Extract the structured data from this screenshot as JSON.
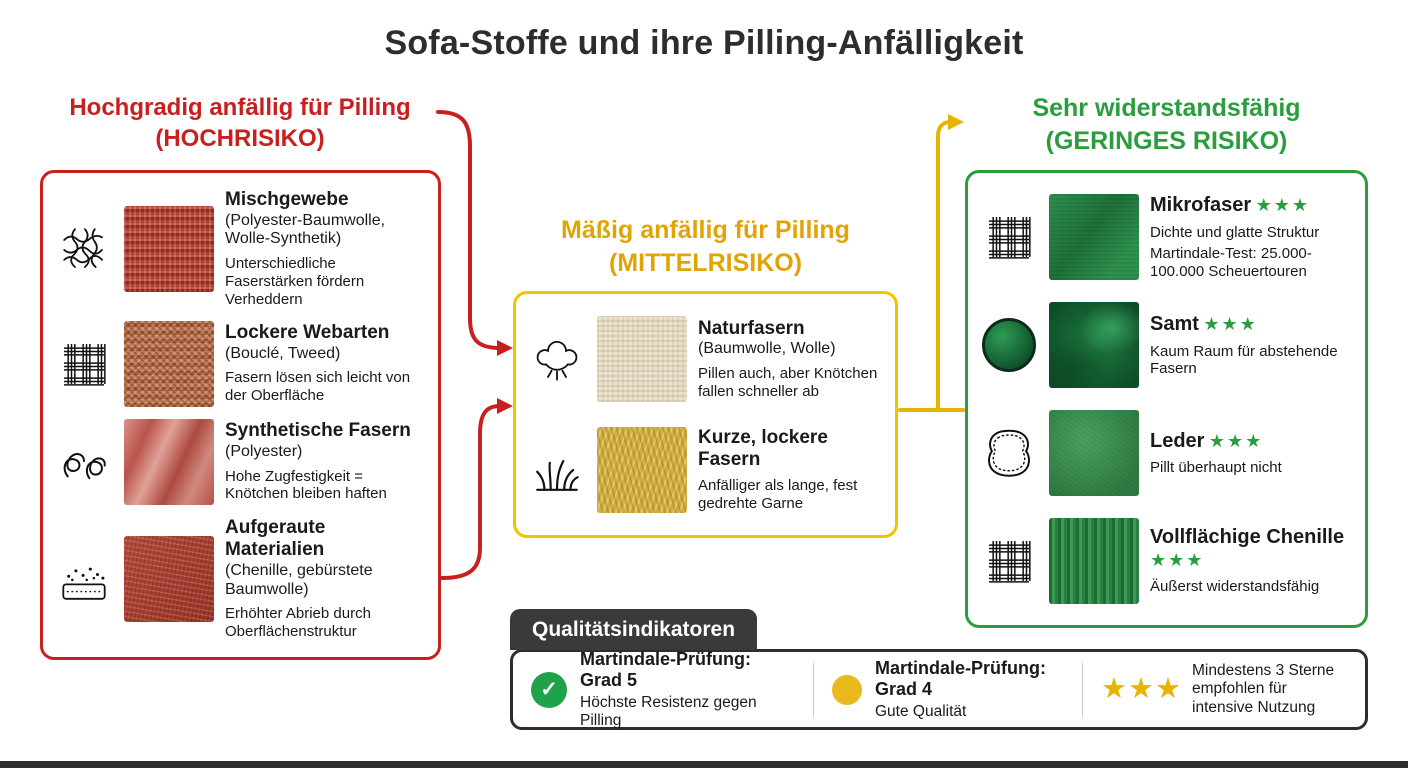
{
  "title": "Sofa-Stoffe und ihre Pilling-Anfälligkeit",
  "high": {
    "heading1": "Hochgradig anfällig für Pilling",
    "heading2": "(HOCHRISIKO)",
    "items": [
      {
        "name": "Mischgewebe",
        "subtitle": "(Polyester-Baumwolle, Wolle-Synthetik)",
        "desc": "Unterschiedliche Faserstärken fördern Verheddern",
        "icon": "tangled-fibers-icon"
      },
      {
        "name": "Lockere Webarten",
        "subtitle": "(Bouclé, Tweed)",
        "desc": "Fasern lösen sich leicht von der Oberfläche",
        "icon": "weave-icon"
      },
      {
        "name": "Synthetische Fasern",
        "subtitle": "(Polyester)",
        "desc": "Hohe Zugfestigkeit = Knötchen bleiben haften",
        "icon": "loose-fibers-icon"
      },
      {
        "name": "Aufgeraute Materialien",
        "subtitle": "(Chenille, gebürstete Baumwolle)",
        "desc": "Erhöhter Abrieb durch Oberflächenstruktur",
        "icon": "brushed-surface-icon"
      }
    ]
  },
  "medium": {
    "heading1": "Mäßig anfällig für Pilling",
    "heading2": "(MITTELRISIKO)",
    "items": [
      {
        "name": "Naturfasern",
        "subtitle": "(Baumwolle, Wolle)",
        "desc": "Pillen auch, aber Knötchen fallen schneller ab",
        "icon": "cotton-icon"
      },
      {
        "name": "Kurze, lockere Fasern",
        "subtitle": "",
        "desc": "Anfälliger als lange, fest gedrehte Garne",
        "icon": "grass-icon"
      }
    ]
  },
  "low": {
    "heading1": "Sehr widerstandsfähig",
    "heading2": "(GERINGES RISIKO)",
    "items": [
      {
        "name": "Mikrofaser",
        "stars": "★★★",
        "desc": "Dichte und glatte Struktur",
        "desc2": "Martindale-Test: 25.000-100.000 Scheuertouren",
        "icon": "weave-icon"
      },
      {
        "name": "Samt",
        "stars": "★★★",
        "desc": "Kaum Raum für abstehende Fasern",
        "icon": "velvet-circle-icon"
      },
      {
        "name": "Leder",
        "stars": "★★★",
        "desc": "Pillt überhaupt nicht",
        "icon": "leather-hide-icon"
      },
      {
        "name": "Vollflächige Chenille",
        "stars": "★★★",
        "desc": "Äußerst widerstandsfähig",
        "icon": "weave-icon"
      }
    ]
  },
  "quality": {
    "header": "Qualitätsindikatoren",
    "items": [
      {
        "title": "Martindale-Prüfung: Grad 5",
        "subtitle": "Höchste Resistenz gegen Pilling",
        "icon": "check-circle-icon",
        "check": "✓"
      },
      {
        "title": "Martindale-Prüfung: Grad 4",
        "subtitle": "Gute Qualität",
        "icon": "yellow-dot-icon"
      },
      {
        "title": "Mindestens 3 Sterne empfohlen für intensive Nutzung",
        "stars": "★★★",
        "icon": "three-stars-icon"
      }
    ]
  },
  "colors": {
    "high_red": "#c8201f",
    "medium_yellow": "#e6b400",
    "low_green": "#2a9d3f",
    "dark": "#3a3a3a"
  }
}
